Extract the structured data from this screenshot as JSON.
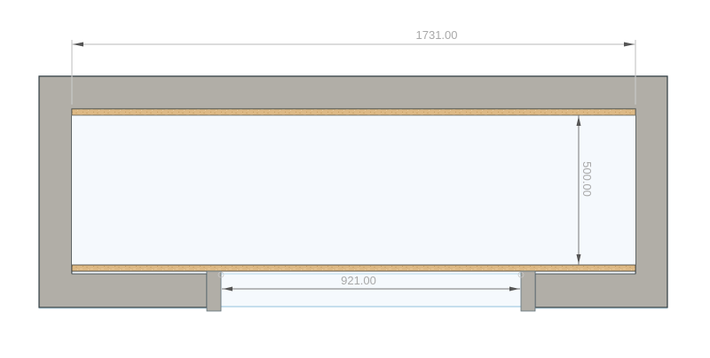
{
  "drawing": {
    "type": "floor-plan-section",
    "colors": {
      "background": "#ffffff",
      "wall_fill": "#b1aea7",
      "wall_stroke": "#2f3b40",
      "interior_fill": "#f5f9fd",
      "plank_fill": "#ddb985",
      "plank_dark": "#c9a268",
      "dimension_line": "#c8c8c8",
      "dimension_inner_line": "#777777",
      "dimension_text": "#a9a9a9",
      "opening_outline": "#b5d6e8"
    },
    "dimensions": {
      "overall_width": {
        "label": "1731.00",
        "value": 1731.0
      },
      "inner_depth": {
        "label": "500.00",
        "value": 500.0
      },
      "opening_width": {
        "label": "921.00",
        "value": 921.0
      }
    },
    "elements": {
      "top_plank": {
        "label": "shelf-top"
      },
      "bottom_plank": {
        "label": "shelf-bottom"
      },
      "left_jamb": {
        "label": "door-jamb-left"
      },
      "right_jamb": {
        "label": "door-jamb-right"
      }
    }
  }
}
